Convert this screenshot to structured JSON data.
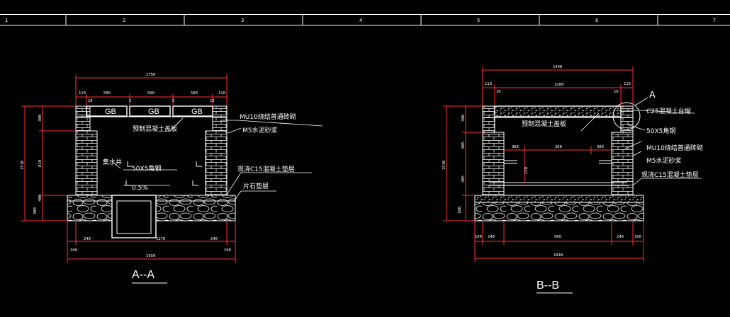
{
  "ruler": {
    "labels": [
      "1",
      "2",
      "3",
      "4",
      "5",
      "6",
      "7"
    ]
  },
  "section_aa": {
    "title": "A--A",
    "slab_labels": [
      "GB",
      "GB",
      "GB"
    ],
    "annotations": {
      "brick": "MU10烧结普通砖砌",
      "mortar": "M5水泥砂浆",
      "slab": "预制混凝土盖板",
      "sump": "集水井",
      "angle": "50X5角钢",
      "slope": "0.5%",
      "concrete": "现浇C15混凝土垫层",
      "gravel": "片石垫层"
    },
    "dims": {
      "overall_top": "1750",
      "top_parts": [
        "110",
        "500",
        "5",
        "500",
        "5",
        "500",
        "110"
      ],
      "tiny": [
        "10",
        "10"
      ],
      "left_total": "1510",
      "left_parts": [
        "300",
        "810",
        "400"
      ],
      "left_bottom": "300",
      "bottom_parts": [
        "240",
        "1270",
        "240"
      ],
      "bottom_edges": [
        "100",
        "100"
      ],
      "bottom_total": "1950"
    }
  },
  "section_bb": {
    "title": "B--B",
    "callout": "A",
    "annotations": {
      "curb": "C25混凝土台帽",
      "slab": "预制混凝土盖板",
      "angle": "50X5角钢",
      "brick": "MU10烧结普通砖砌",
      "mortar": "M5水泥砂浆",
      "concrete": "现浇C15混凝土垫层"
    },
    "dims": {
      "overall_top": "1440",
      "top_parts": [
        "110",
        "1200",
        "110"
      ],
      "tiny": [
        "10",
        "10"
      ],
      "inner": [
        "300",
        "360",
        "300"
      ],
      "inner_v": "150",
      "left_total": "1510",
      "left_parts": [
        "300",
        "805",
        "405"
      ],
      "left_bottom": "100",
      "bottom_parts": [
        "100",
        "240",
        "960",
        "240",
        "100"
      ],
      "bottom_total": "1640"
    }
  }
}
